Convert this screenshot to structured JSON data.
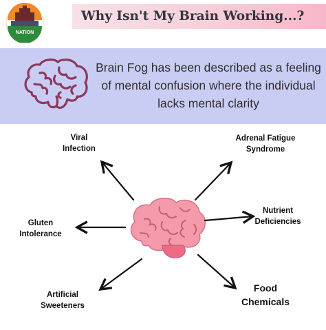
{
  "header": {
    "title": "Why Isn't My Brain Working...?",
    "logo_text": "NATION",
    "colors": {
      "banner": "#f6cfd9",
      "title": "#35353f"
    }
  },
  "info": {
    "text": "Brain Fog has been described as a feeling of mental confusion where the individual lacks mental clarity",
    "icon": "brain-outline-icon",
    "colors": {
      "panel": "#c9cdf3",
      "icon_stroke": "#8a3a5c"
    }
  },
  "diagram": {
    "center_icon": "brain-icon",
    "causes": [
      {
        "id": "viral-infection",
        "line1": "Viral",
        "line2": "Infection"
      },
      {
        "id": "adrenal-fatigue-syndrome",
        "line1": "Adrenal Fatigue",
        "line2": "Syndrome"
      },
      {
        "id": "nutrient-deficiencies",
        "line1": "Nutrient",
        "line2": "Deficiencies"
      },
      {
        "id": "gluten-intolerance",
        "line1": "Gluten",
        "line2": "Intolerance"
      },
      {
        "id": "artificial-sweeteners",
        "line1": "Artificial",
        "line2": "Sweeteners"
      },
      {
        "id": "food-chemicals",
        "line1": "Food",
        "line2": "Chemicals"
      }
    ],
    "colors": {
      "brain": "#f39bab",
      "brain_lines": "#c65f72",
      "arrow": "#111111"
    }
  }
}
